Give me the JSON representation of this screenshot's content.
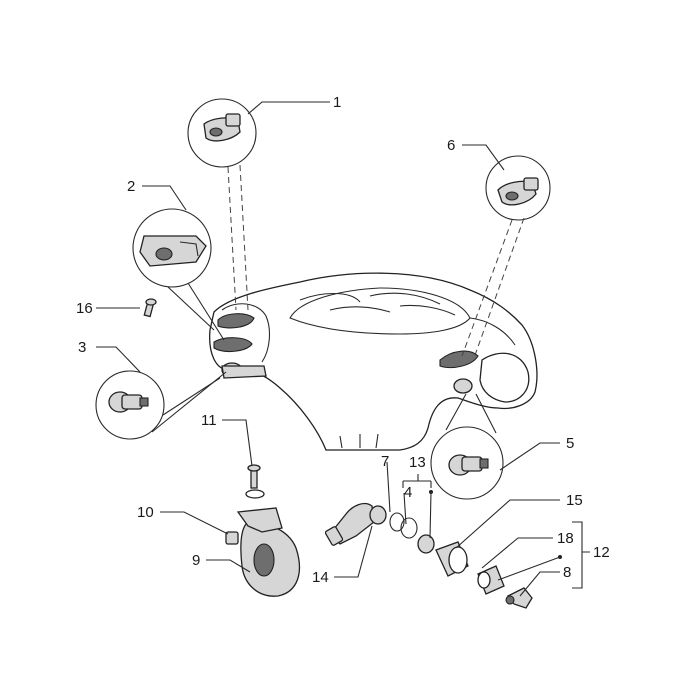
{
  "callouts": [
    "1",
    "2",
    "3",
    "4",
    "5",
    "6",
    "7",
    "8",
    "9",
    "10",
    "11",
    "12",
    "13",
    "14",
    "15",
    "16",
    "18"
  ]
}
